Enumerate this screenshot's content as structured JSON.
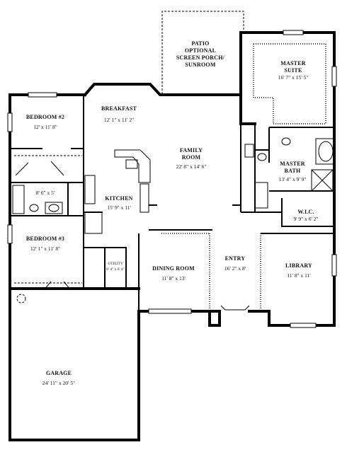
{
  "rooms": {
    "patio": {
      "lines": [
        "PATIO",
        "OPTIONAL",
        "SCREEN PORCH/",
        "SUNROOM"
      ]
    },
    "master_suite": {
      "name": [
        "MASTER",
        "SUITE"
      ],
      "dims": "16' 7\" x 15' 5\""
    },
    "breakfast": {
      "name": "BREAKFAST",
      "dims": "12' 1\" x 11' 2\""
    },
    "bedroom2": {
      "name": "BEDROOM #2",
      "dims": "12' x 11' 8\""
    },
    "family_room": {
      "name": [
        "FAMILY",
        "ROOM"
      ],
      "dims": "22' 8\" x 14' 6\""
    },
    "master_bath": {
      "name": [
        "MASTER",
        "BATH"
      ],
      "dims": "13' 4\" x 9' 9\""
    },
    "bath2": {
      "dims": "8' 6\" x 5'"
    },
    "kitchen": {
      "name": "KITCHEN",
      "dims": "15' 9\" x 11'"
    },
    "wic": {
      "name": "W.I.C.",
      "dims": "9' 9\" x 6' 2\""
    },
    "bedroom3": {
      "name": "BEDROOM #3",
      "dims": "12' 1\" x 11' 8\""
    },
    "utility": {
      "name": "UTILITY",
      "dims": "8' 4\" x 6' 4\""
    },
    "dining_room": {
      "name": "DINING ROOM",
      "dims": "11' 8\" x 13'"
    },
    "entry": {
      "name": "ENTRY",
      "dims": "16' 2\" x 8'"
    },
    "library": {
      "name": "LIBRARY",
      "dims": "11' 8\" x 11'"
    },
    "garage": {
      "name": "GARAGE",
      "dims": "24' 11\" x 20' 5\""
    }
  }
}
